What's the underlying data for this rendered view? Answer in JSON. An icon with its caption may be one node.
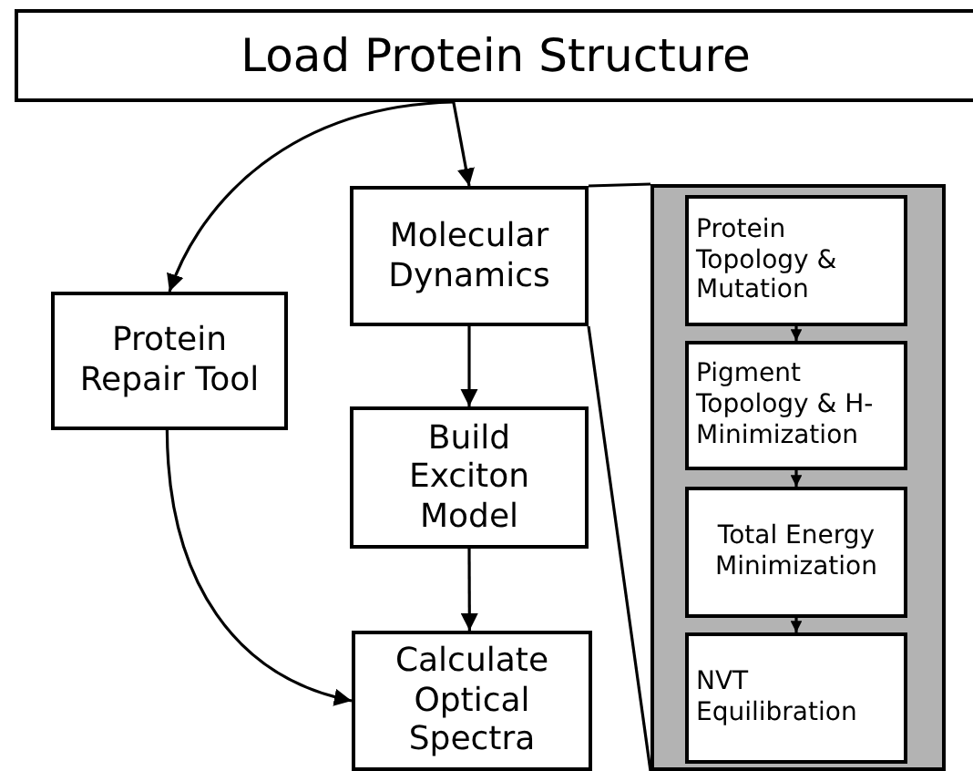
{
  "diagram": {
    "nodes": [
      {
        "text": [
          "Load Protein Structure"
        ]
      },
      {
        "text": [
          "Molecular Dynamics"
        ]
      },
      {
        "text": [
          "Protein Repair Tool"
        ]
      },
      {
        "text": [
          "Build Exciton Model"
        ]
      },
      {
        "text": [
          "Calculate Optical Spectra"
        ]
      },
      {
        "text": [],
        "shape": "box"
      },
      {
        "text": [
          "Protein Topology & Mutation"
        ],
        "in": 5
      },
      {
        "text": [
          "Pigment Topology & H-Minimization"
        ],
        "in": 5
      },
      {
        "text": [
          "Total Energy Minimization"
        ],
        "in": 5
      },
      {
        "text": [
          "NVT Equilibration"
        ],
        "in": 5
      }
    ],
    "edges": [
      {
        "from": 0,
        "to": 1,
        "arrow": "to"
      },
      {
        "from": 0,
        "to": 2,
        "arrow": "to"
      },
      {
        "from": 1,
        "to": 3,
        "arrow": "to"
      },
      {
        "from": 3,
        "to": 4,
        "arrow": "to"
      },
      {
        "from": 2,
        "to": 4,
        "arrow": "to"
      },
      {
        "from": 1,
        "to": 5,
        "arrow": "none"
      },
      {
        "from": 1,
        "to": 5,
        "arrow": "none"
      },
      {
        "from": 6,
        "to": 7,
        "arrow": "to"
      },
      {
        "from": 7,
        "to": 8,
        "arrow": "to"
      },
      {
        "from": 8,
        "to": 9,
        "arrow": "to"
      }
    ]
  }
}
